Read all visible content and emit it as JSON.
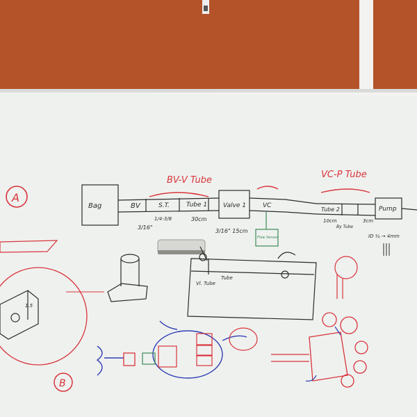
{
  "scene": {
    "wall_color": "#b4532a",
    "board_color": "#f3f4f2",
    "ink_black": "#2a2a2a",
    "ink_red": "#d8343a",
    "ink_blue": "#2f3fb2",
    "ink_green": "#3a8a55"
  },
  "labels": {
    "section_a": "A",
    "section_b": "B",
    "top_tube_1": "BV-V Tube",
    "top_tube_2": "VC-P Tube",
    "bag": "Bag",
    "bv": "BV",
    "st": "S.T.",
    "tube1": "Tube 1",
    "valve1": "Valve 1",
    "vc": "VC",
    "tube2": "Tube 2",
    "pump": "Pump",
    "dim1": "3/16\"",
    "dim2": "1/4-3/8",
    "dim3": "30cm",
    "dim4": "3/16\" 15cm",
    "dim5": "10cm",
    "dim6": "By Tube",
    "dim7": "3cm",
    "dim8": "ID ¼ → 4mm",
    "flow": "Flow Sensor",
    "tube_lbl": "Tube",
    "bar_label": "1.5",
    "mid_label": "Vl. Tube"
  }
}
